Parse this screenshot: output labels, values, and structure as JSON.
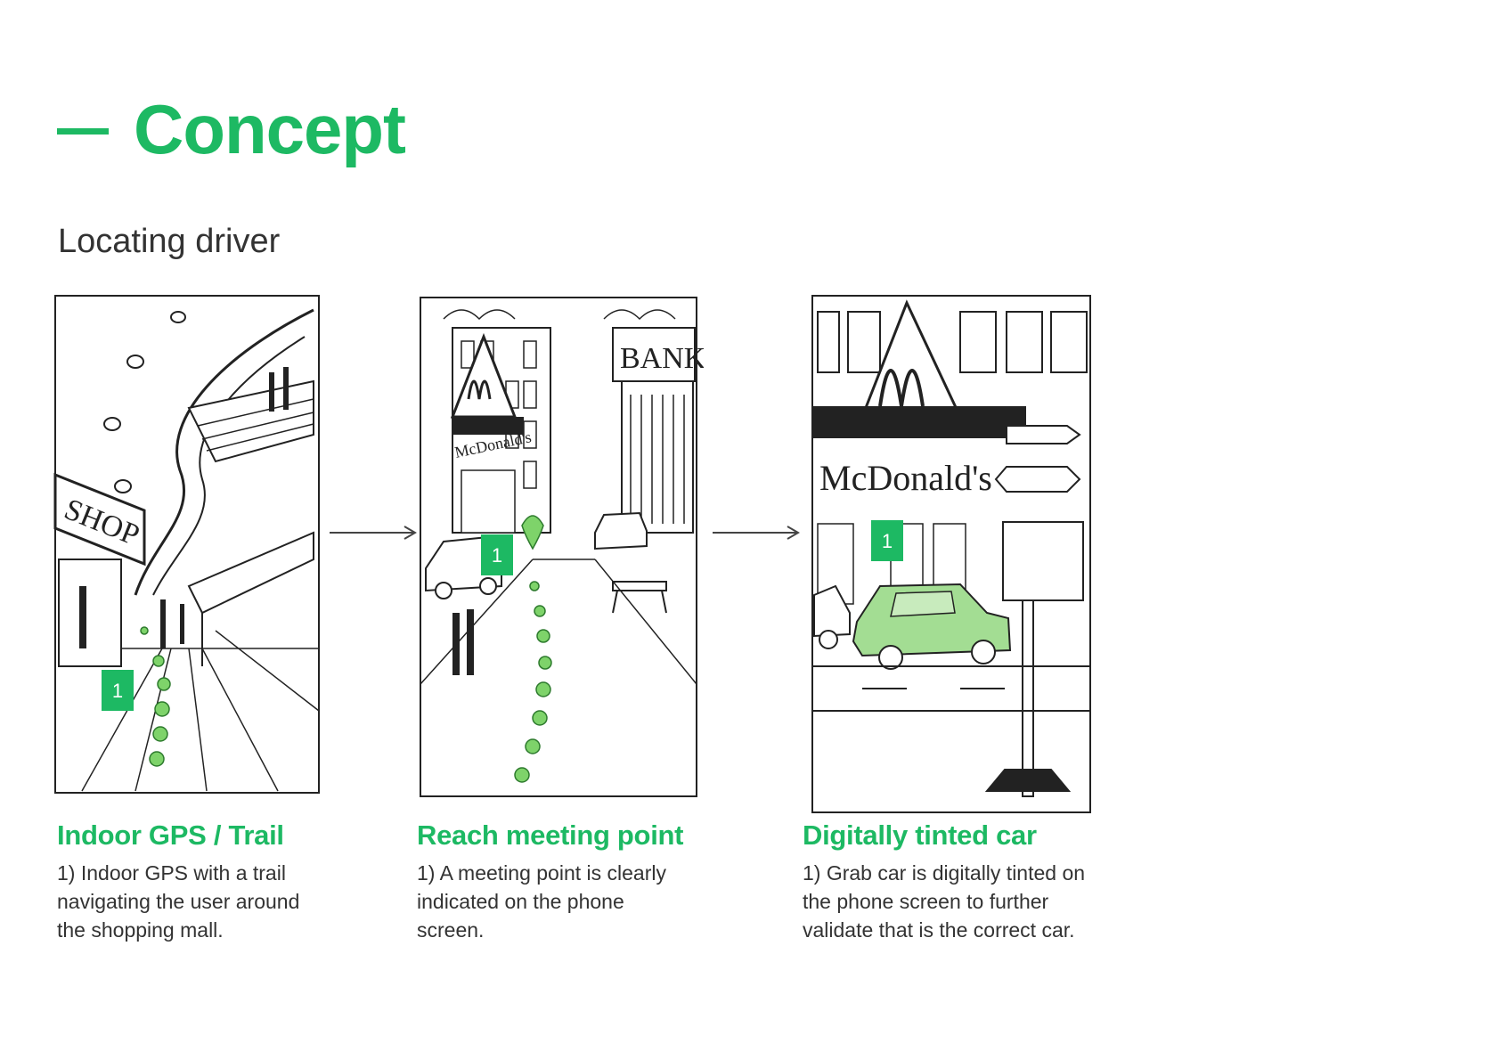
{
  "header": {
    "title": "Concept",
    "subtitle": "Locating driver"
  },
  "colors": {
    "accent": "#1db963",
    "text": "#333333",
    "trail_dot": "#7ed36a"
  },
  "panels": [
    {
      "title": "Indoor GPS / Trail",
      "description": "1) Indoor GPS with a trail navigating the user around the shopping mall.",
      "sign": "SHOP",
      "badge": "1"
    },
    {
      "title": "Reach meeting point",
      "description": "1) A meeting point is clearly indicated on the phone screen.",
      "sign_bank": "BANK",
      "sign_restaurant": "McDonald's",
      "badge": "1"
    },
    {
      "title": "Digitally tinted car",
      "description": "1) Grab car is digitally tinted on the phone screen to further validate that is the correct car.",
      "sign_restaurant": "McDonald's",
      "badge": "1"
    }
  ],
  "icons": {
    "arrow": "arrow-right-icon",
    "marker": "map-pin-icon"
  }
}
